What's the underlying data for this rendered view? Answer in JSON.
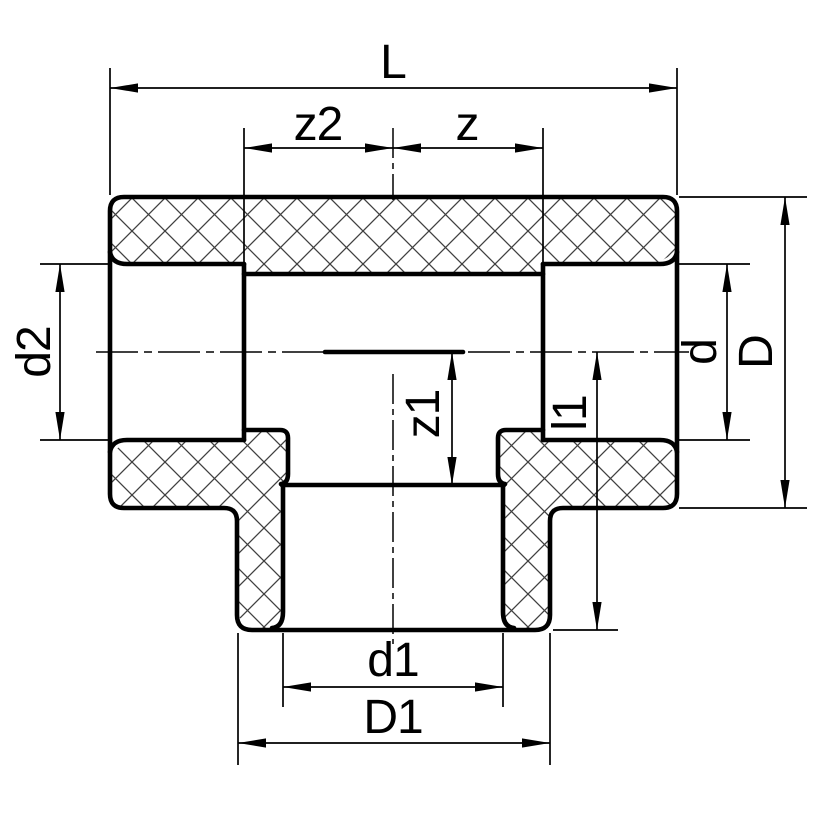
{
  "figure": {
    "description": "Cross-section technical drawing of a socket tee pipe fitting with crosshatched walls and dimension callouts",
    "labels": {
      "L": "L",
      "z2": "z2",
      "z": "z",
      "d2": "d2",
      "d": "d",
      "D": "D",
      "z1": "z1",
      "l1": "l1",
      "d1": "d1",
      "D1": "D1"
    }
  },
  "colors": {
    "background": "#ffffff",
    "line": "#000000",
    "hatch": "#404040",
    "text": "#000000"
  }
}
